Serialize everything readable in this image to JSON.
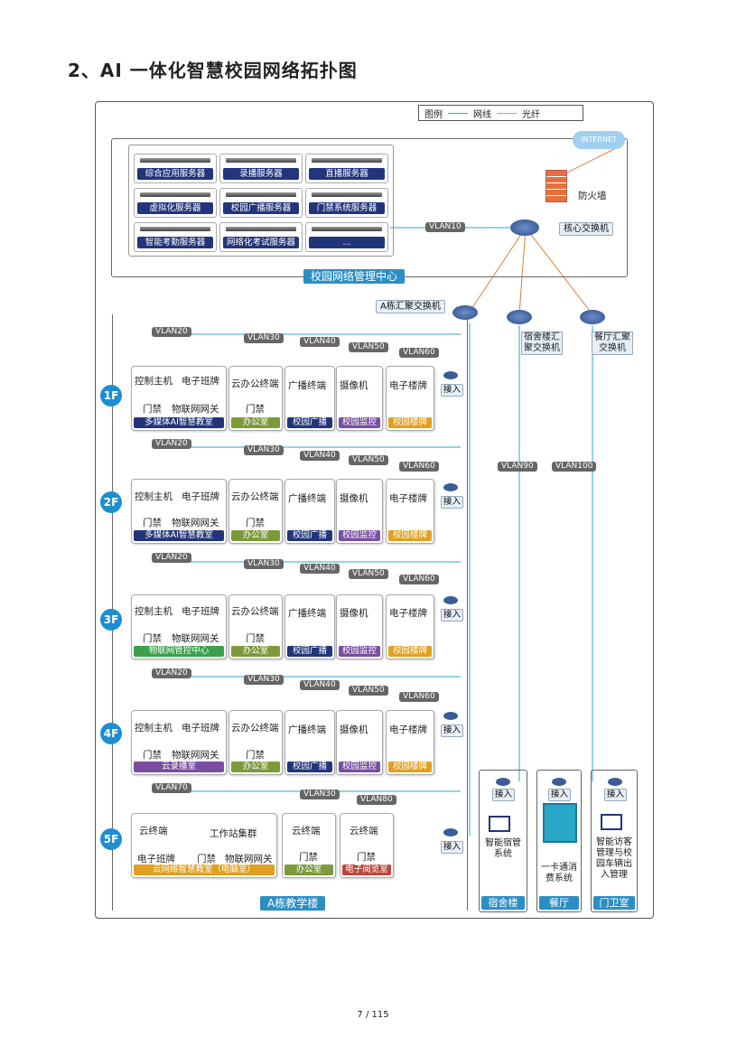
{
  "title": "2、AI 一体化智慧校园网络拓扑图",
  "legend": {
    "label": "图例",
    "items": [
      "网线",
      "光纤"
    ]
  },
  "center": {
    "name": "校园网络管理中心",
    "servers": [
      "综合应用服务器",
      "录播服务器",
      "直播服务器",
      "虚拟化服务器",
      "校园广播服务器",
      "门禁系统服务器",
      "智能考勤服务器",
      "网络化考试服务器",
      "..."
    ],
    "internet": "INTERNET",
    "firewall": "防火墙",
    "core_switch": "核心交换机",
    "vlan10": "VLAN10"
  },
  "aggregation": {
    "a_building": "A栋汇聚交换机",
    "dorm": "宿舍楼汇聚交换机",
    "canteen": "餐厅汇聚交换机",
    "vlan90": "VLAN90",
    "vlan100": "VLAN100"
  },
  "floors": [
    {
      "badge": "1F",
      "room1": "多媒体AI智慧教室",
      "vlans": [
        "VLAN20",
        "VLAN30",
        "VLAN40",
        "VLAN50",
        "VLAN60"
      ]
    },
    {
      "badge": "2F",
      "room1": "多媒体AI智慧教室",
      "vlans": [
        "VLAN20",
        "VLAN30",
        "VLAN40",
        "VLAN50",
        "VLAN60"
      ]
    },
    {
      "badge": "3F",
      "room1": "物联网管控中心",
      "vlans": [
        "VLAN20",
        "VLAN30",
        "VLAN40",
        "VLAN50",
        "VLAN60"
      ]
    },
    {
      "badge": "4F",
      "room1": "云录播室",
      "vlans": [
        "VLAN20",
        "VLAN30",
        "VLAN40",
        "VLAN50",
        "VLAN60"
      ]
    }
  ],
  "devices": {
    "control_host": "控制主机",
    "class_board": "电子班牌",
    "door": "门禁",
    "iot_gateway": "物联网网关",
    "cloud_terminal": "云办公终端",
    "broadcast_terminal": "广播终端",
    "camera": "摄像机",
    "floor_sign": "电子楼牌",
    "access": "接入",
    "office": "办公室",
    "campus_broadcast": "校园广播",
    "campus_monitor": "校园监控",
    "campus_sign": "校园楼牌"
  },
  "floor5": {
    "badge": "5F",
    "vlans": [
      "VLAN70",
      "VLAN30",
      "VLAN80"
    ],
    "cloud_terminal": "云终端",
    "workstation": "工作站集群",
    "class_board": "电子班牌",
    "door": "门禁",
    "iot_gateway": "物联网网关",
    "room1": "云网络智慧教室（电脑室）",
    "room2": "办公室",
    "room3": "电子阅览室"
  },
  "building_name": "A栋教学楼",
  "pillars": [
    {
      "name": "宿舍楼",
      "system": "智能宿管系统"
    },
    {
      "name": "餐厅",
      "system": "一卡通消费系统"
    },
    {
      "name": "门卫室",
      "system": "智能访客管理与校园车辆出入管理"
    }
  ],
  "page_number": "7 / 115",
  "colors": {
    "navy": "#23357a",
    "teal": "#2c8fc4",
    "olive": "#7c9a3a",
    "purple": "#7a4ea0",
    "orange": "#e0a020",
    "blue": "#1e8ed1",
    "green": "#3aa04a",
    "copper": "#d8803a",
    "cable": "#2aa7c8"
  }
}
